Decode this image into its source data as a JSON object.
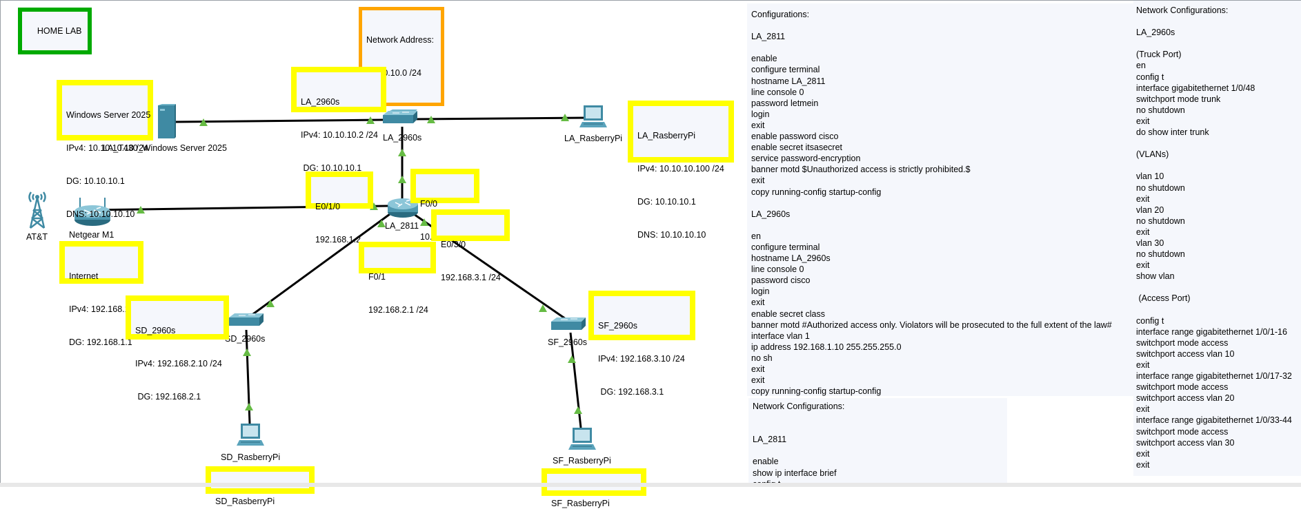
{
  "title_box": {
    "text": "HOME LAB",
    "color": "#00aa00"
  },
  "network_box": {
    "lines": [
      "Network Address:",
      "10.10.10.0 /24"
    ],
    "color": "#ffa500"
  },
  "note_color": "#ffff00",
  "link_status_color": "#66bb44",
  "devices": {
    "server": {
      "label": "LA_T430_Windows Server 2025",
      "icon": "server-icon"
    },
    "la_switch": {
      "label": "LA_2960s",
      "icon": "switch-icon"
    },
    "la_pi": {
      "label": "LA_RasberryPi",
      "icon": "pc-icon"
    },
    "att": {
      "label": "AT&T",
      "icon": "cell-tower-icon"
    },
    "netgear": {
      "label": "Netgear M1",
      "icon": "wireless-router-icon"
    },
    "router": {
      "label": "LA_2811",
      "icon": "router-icon"
    },
    "sd_switch": {
      "label": "SD_2960s",
      "icon": "switch-icon"
    },
    "sf_switch": {
      "label": "SF_2960s",
      "icon": "switch-icon"
    },
    "sd_pi": {
      "label": "SD_RasberryPi",
      "icon": "pc-icon"
    },
    "sf_pi": {
      "label": "SF_RasberryPi",
      "icon": "pc-icon"
    }
  },
  "notes": {
    "server": [
      "Windows Server 2025",
      "IPv4: 10.10.10.10 /24",
      "DG: 10.10.10.1",
      "DNS: 10.10.10.10"
    ],
    "la_switch": [
      "LA_2960s",
      "IPv4: 10.10.10.2 /24",
      " DG: 10.10.10.1"
    ],
    "la_pi": [
      "LA_RasberryPi",
      "IPv4: 10.10.10.100 /24",
      "DG: 10.10.10.1",
      "DNS: 10.10.10.10"
    ],
    "e010": [
      "E0/1/0",
      "192.168.1.2"
    ],
    "f00": [
      "F0/0",
      "10.10.10.1 /24"
    ],
    "e030": [
      "E0/3/0",
      "192.168.3.1 /24"
    ],
    "f01": [
      "F0/1",
      "192.168.2.1 /24"
    ],
    "internet": [
      "Internet",
      "IPv4: 192.168.1.1 /24",
      "DG: 192.168.1.1"
    ],
    "sd_switch": [
      "SD_2960s",
      "IPv4: 192.168.2.10 /24",
      " DG: 192.168.2.1"
    ],
    "sf_switch": [
      "SF_2960s",
      "IPv4: 192.168.3.10 /24",
      " DG: 192.168.3.1"
    ],
    "sd_pi": [
      "SD_RasberryPi"
    ],
    "sf_pi": [
      "SF_RasberryPi"
    ]
  },
  "config_panel_1": {
    "lines": [
      "Configurations:",
      "",
      "LA_2811",
      "",
      "enable",
      "configure terminal",
      "hostname LA_2811",
      "line console 0",
      "password letmein",
      "login",
      "exit",
      "enable password cisco",
      "enable secret itsasecret",
      "service password-encryption",
      "banner motd $Unauthorized access is strictly prohibited.$",
      "exit",
      "copy running-config startup-config",
      "",
      "LA_2960s",
      "",
      "en",
      "configure terminal",
      "hostname LA_2960s",
      "line console 0",
      "password cisco",
      "login",
      "exit",
      "enable secret class",
      "banner motd #Authorized access only. Violators will be prosecuted to the full extent of the law#",
      "interface vlan 1",
      "ip address 192.168.1.10 255.255.255.0",
      "no sh",
      "exit",
      "exit",
      "copy running-config startup-config"
    ]
  },
  "config_panel_2": {
    "lines": [
      "Network Configurations:",
      "",
      "",
      "LA_2811",
      "",
      "enable",
      "show ip interface brief",
      "config t"
    ]
  },
  "config_panel_3": {
    "lines": [
      "Network Configurations:",
      "",
      "LA_2960s",
      "",
      "(Truck Port)",
      "en",
      "config t",
      "interface gigabitethernet 1/0/48",
      "switchport mode trunk",
      "no shutdown",
      "exit",
      "do show inter trunk",
      "",
      "(VLANs)",
      "",
      "vlan 10",
      "no shutdown",
      "exit",
      "vlan 20",
      "no shutdown",
      "exit",
      "vlan 30",
      "no shutdown",
      "exit",
      "show vlan",
      "",
      " (Access Port)",
      "",
      "config t",
      "interface range gigabitethernet 1/0/1-16",
      "switchport mode access",
      "switchport access vlan 10",
      "exit",
      "interface range gigabitethernet 1/0/17-32",
      "switchport mode access",
      "switchport access vlan 20",
      "exit",
      "interface range gigabitethernet 1/0/33-44",
      "switchport mode access",
      "switchport access vlan 30",
      "exit",
      "exit"
    ]
  }
}
